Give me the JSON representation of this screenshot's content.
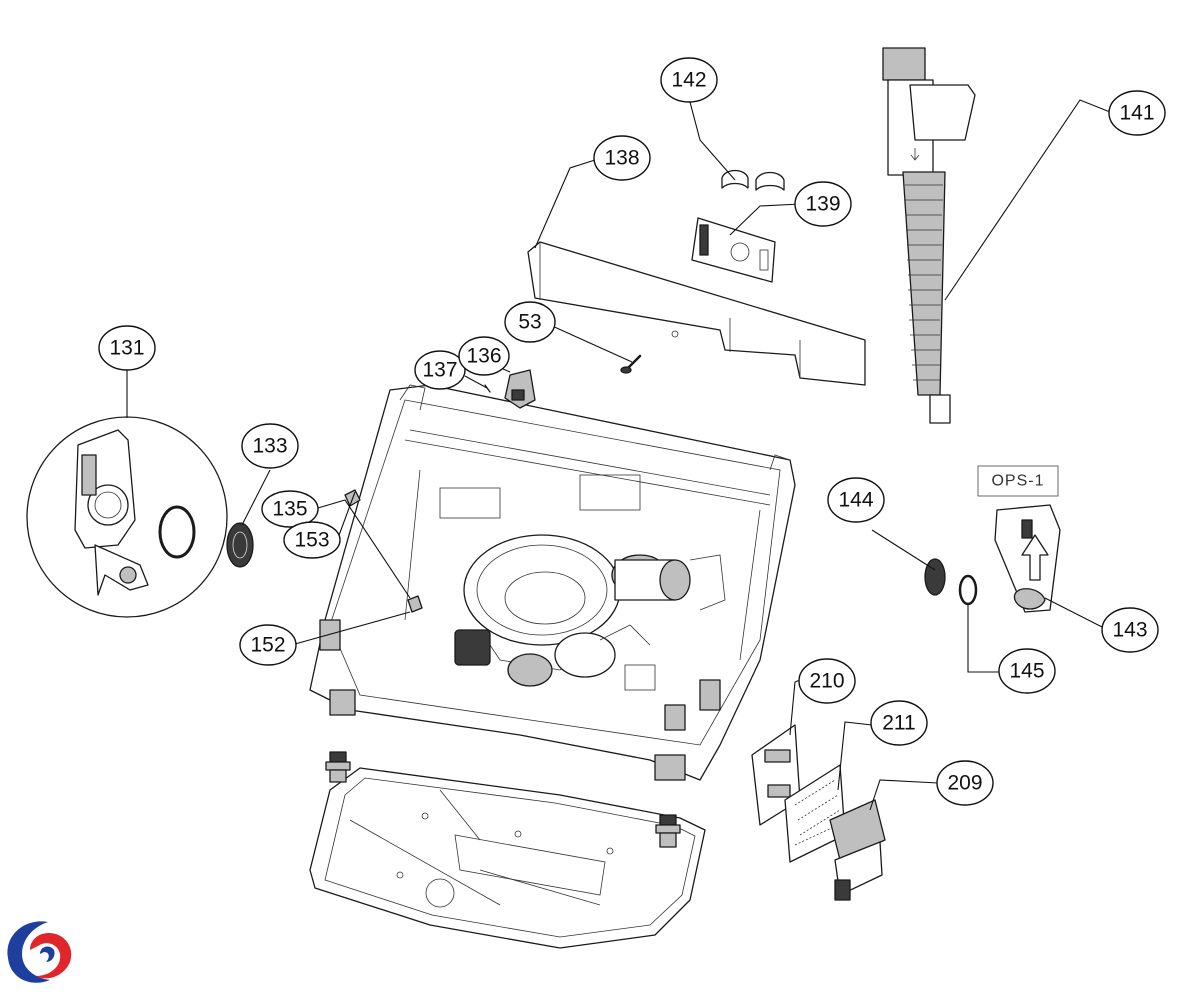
{
  "diagram": {
    "callouts": [
      {
        "id": "c131",
        "label": "131"
      },
      {
        "id": "c133",
        "label": "133"
      },
      {
        "id": "c135",
        "label": "135"
      },
      {
        "id": "c153",
        "label": "153"
      },
      {
        "id": "c152",
        "label": "152"
      },
      {
        "id": "c137",
        "label": "137"
      },
      {
        "id": "c136",
        "label": "136"
      },
      {
        "id": "c53",
        "label": "53"
      },
      {
        "id": "c138",
        "label": "138"
      },
      {
        "id": "c139",
        "label": "139"
      },
      {
        "id": "c142",
        "label": "142"
      },
      {
        "id": "c141",
        "label": "141"
      },
      {
        "id": "c144",
        "label": "144"
      },
      {
        "id": "c143",
        "label": "143"
      },
      {
        "id": "c145",
        "label": "145"
      },
      {
        "id": "c210",
        "label": "210"
      },
      {
        "id": "c211",
        "label": "211"
      },
      {
        "id": "c209",
        "label": "209"
      }
    ],
    "part_tag": "OPS-1",
    "logo": {
      "primary_color": "#1f3f9f",
      "accent_color": "#e0262a"
    }
  }
}
